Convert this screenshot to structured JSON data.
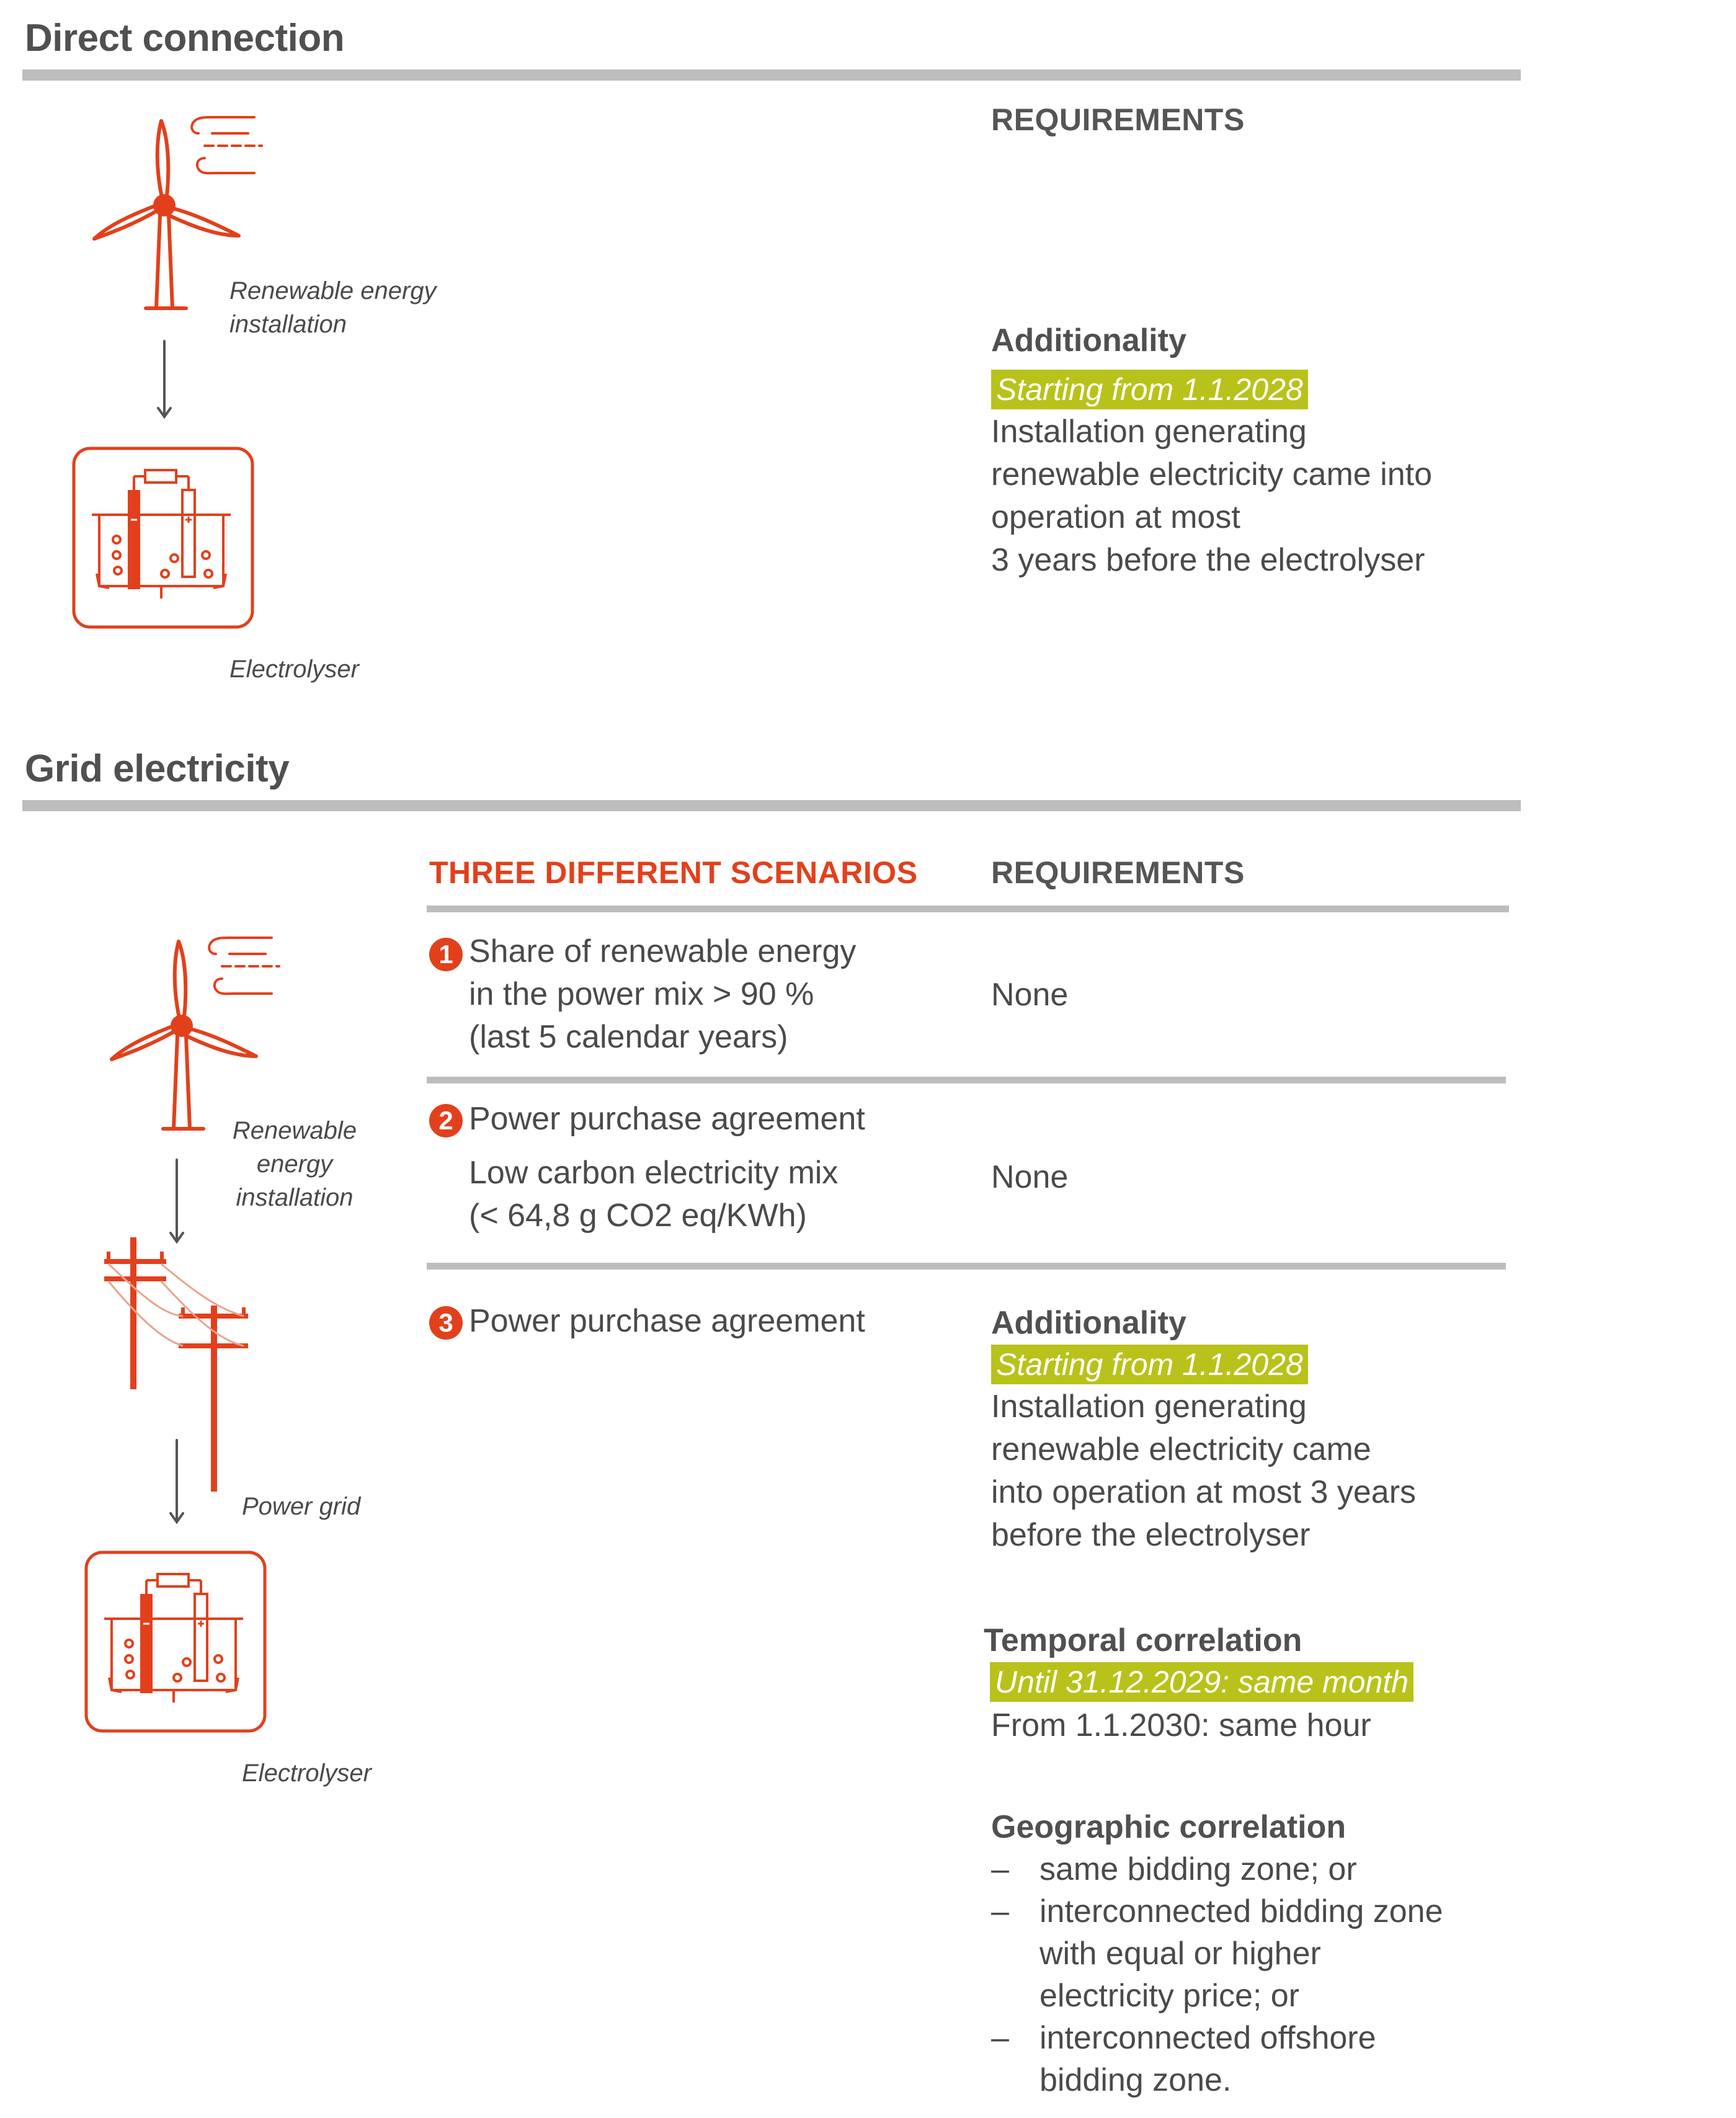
{
  "direct": {
    "title": "Direct connection",
    "requirements_head": "REQUIREMENTS",
    "wind_label": [
      "Renewable energy",
      "installation"
    ],
    "electrolyser_label": "Electrolyser",
    "additionality": {
      "title": "Additionality",
      "highlight": "Starting from 1.1.2028",
      "lines": [
        "Installation generating",
        "renewable electricity came into",
        "operation at most",
        "3 years before the electrolyser"
      ]
    }
  },
  "grid": {
    "title": "Grid electricity",
    "scenarios_head": "THREE DIFFERENT SCENARIOS",
    "requirements_head": "REQUIREMENTS",
    "wind_label": [
      "Renewable",
      "energy",
      "installation"
    ],
    "grid_label": "Power grid",
    "electrolyser_label": "Electrolyser",
    "scenarios": [
      {
        "num": "1",
        "lines": [
          "Share of renewable energy",
          "in the power mix > 90 %",
          "(last 5 calendar years)"
        ],
        "requirement": "None"
      },
      {
        "num": "2",
        "lines": [
          "Power purchase agreement",
          "Low carbon electricity mix",
          "(< 64,8 g CO2 eq/KWh)"
        ],
        "requirement": "None"
      },
      {
        "num": "3",
        "lines": [
          "Power purchase agreement"
        ]
      }
    ],
    "additionality": {
      "title": "Additionality",
      "highlight": "Starting from 1.1.2028",
      "lines": [
        "Installation generating",
        "renewable electricity came",
        "into operation at most 3 years",
        "before the electrolyser"
      ]
    },
    "temporal": {
      "title": "Temporal correlation",
      "highlight": "Until 31.12.2029: same month",
      "line": "From 1.1.2030: same hour"
    },
    "geographic": {
      "title": "Geographic correlation",
      "items": [
        [
          "same bidding zone; or"
        ],
        [
          "interconnected bidding zone",
          "with equal or higher",
          "electricity price; or"
        ],
        [
          "interconnected offshore",
          "bidding zone."
        ]
      ]
    }
  },
  "colors": {
    "accent": "#e2401c",
    "highlight": "#b9c21a",
    "rule": "#bdbdbd",
    "text": "#4a4a4a"
  },
  "icons": [
    "wind-turbine-icon",
    "wind-gust-icon",
    "arrow-down-icon",
    "electrolyser-icon",
    "power-pole-icon"
  ]
}
